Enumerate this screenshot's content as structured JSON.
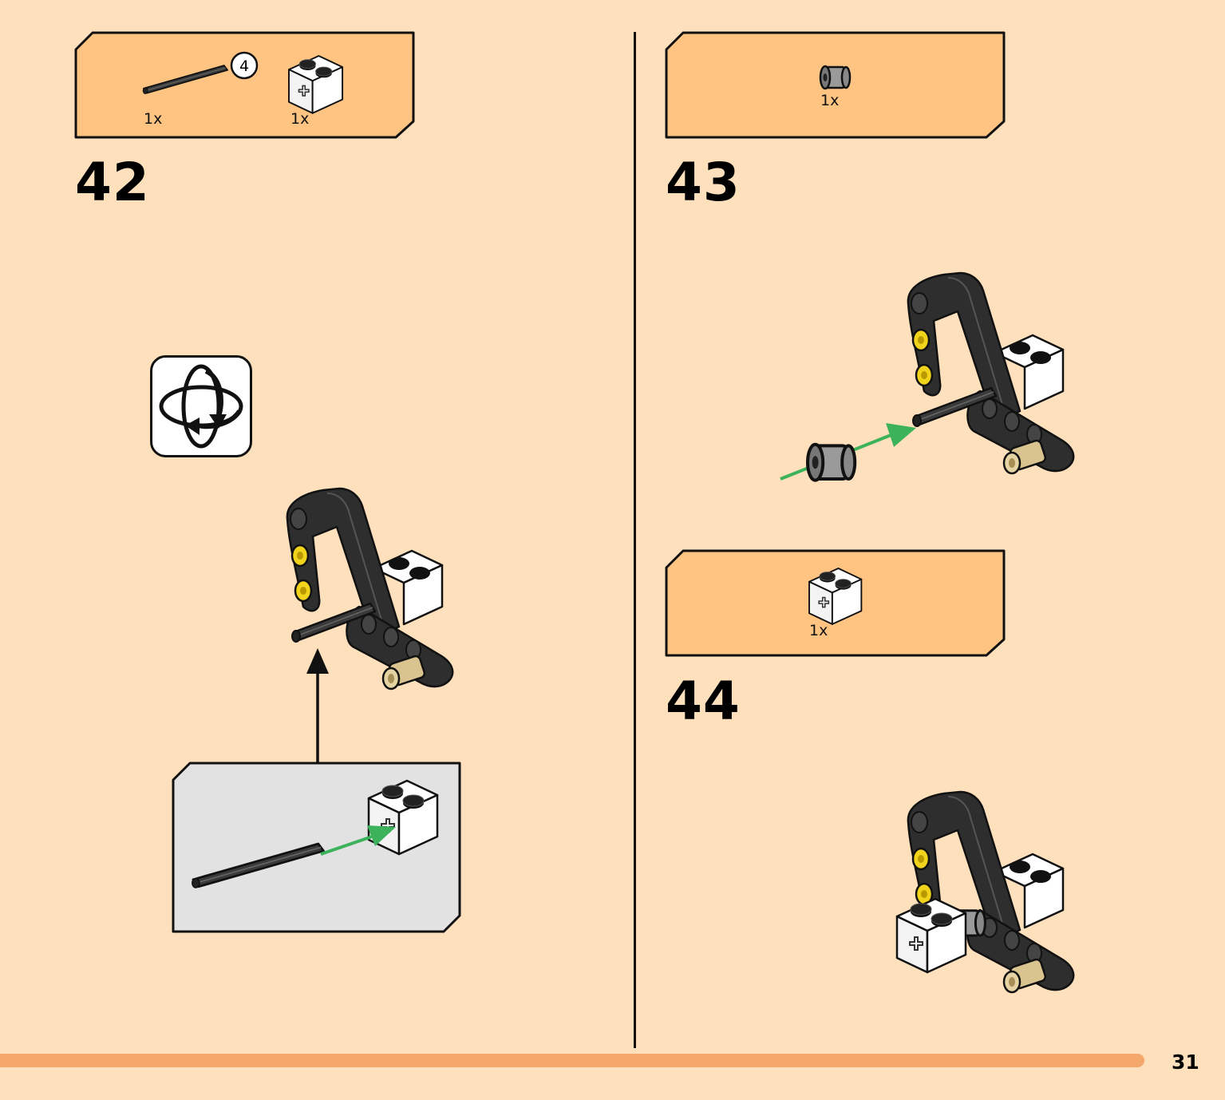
{
  "page_number": "31",
  "colors": {
    "page_background": "#FFE0BD",
    "parts_box": "#FFC482",
    "subassembly_box": "#E2E2E2",
    "progress_bar": "#F4A86C",
    "move_arrow": "#3CB35A",
    "beam": "#2E2E2E",
    "brick": "#FFFFFF",
    "tan_pin": "#D9C38F",
    "yellow_pin": "#F2D31B",
    "bush": "#8A8A8A"
  },
  "steps": [
    {
      "number": "42",
      "parts": [
        {
          "icon": "axle-icon",
          "quantity": "1x",
          "size_label": "4"
        },
        {
          "icon": "technic-brick-icon",
          "quantity": "1x"
        }
      ],
      "rotate_icon": "rotate-model-icon"
    },
    {
      "number": "43",
      "parts": [
        {
          "icon": "bush-icon",
          "quantity": "1x"
        }
      ]
    },
    {
      "number": "44",
      "parts": [
        {
          "icon": "technic-brick-icon",
          "quantity": "1x"
        }
      ]
    }
  ]
}
